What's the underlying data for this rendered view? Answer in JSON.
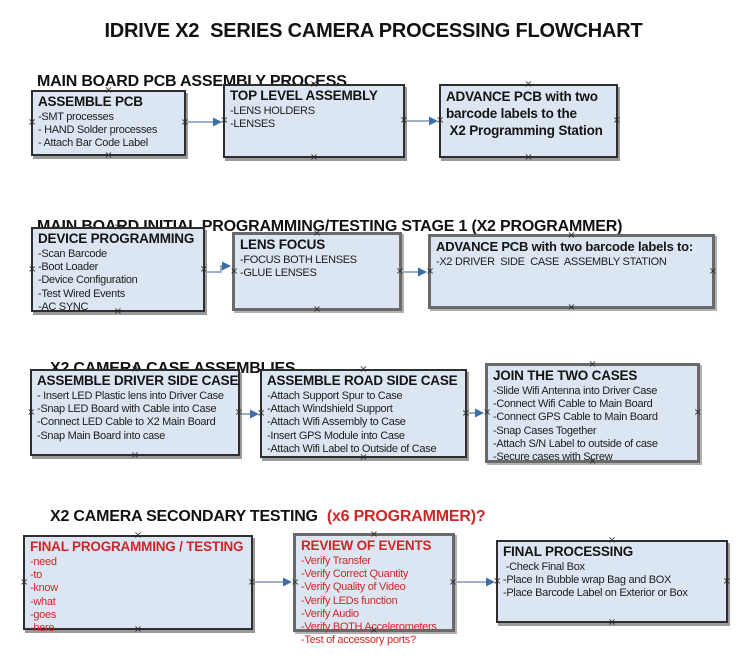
{
  "title": "IDRIVE X2  SERIES CAMERA PROCESSING FLOWCHART",
  "icons": {
    "anchor_glyph": "×",
    "arrow_icon": "right-arrow"
  },
  "colors": {
    "box_fill": "#dce6f2",
    "box_border": "#2e2e2e",
    "red_text": "#cf2727",
    "arrow_line": "#8da6c2",
    "arrow_head": "#3f6fa8"
  },
  "sections": [
    {
      "header": "MAIN BOARD PCB ASSEMBLY PROCESS",
      "boxes": [
        {
          "title": "ASSEMBLE PCB",
          "items": [
            "-SMT processes",
            "- HAND Solder processes",
            "- Attach Bar Code Label"
          ]
        },
        {
          "title": "TOP LEVEL ASSEMBLY",
          "items": [
            "-LENS HOLDERS",
            "-LENSES"
          ]
        },
        {
          "title": "ADVANCE PCB with two\nbarcode labels to the\n X2 Programming Station",
          "items": []
        }
      ]
    },
    {
      "header": "MAIN BOARD INITIAL PROGRAMMING/TESTING STAGE 1 (X2 PROGRAMMER)",
      "boxes": [
        {
          "title": "DEVICE PROGRAMMING",
          "items": [
            "-Scan Barcode",
            "-Boot Loader",
            "-Device Configuration",
            "-Test Wired Events",
            "-AC SYNC"
          ]
        },
        {
          "title": "LENS FOCUS",
          "items": [
            "-FOCUS BOTH LENSES",
            "-GLUE LENSES"
          ]
        },
        {
          "title": "ADVANCE PCB with two barcode labels to:",
          "items": [
            "-X2 DRIVER  SIDE  CASE  ASSEMBLY STATION"
          ]
        }
      ]
    },
    {
      "header": "X2 CAMERA CASE ASSEMBLIES",
      "boxes": [
        {
          "title": "ASSEMBLE DRIVER SIDE CASE",
          "items": [
            "- Insert LED Plastic lens into Driver Case",
            "-Snap LED Board with Cable into Case",
            "-Connect LED Cable to X2 Main Board",
            "-Snap Main Board into case"
          ]
        },
        {
          "title": "ASSEMBLE ROAD SIDE CASE",
          "items": [
            "-Attach Support Spur to Case",
            "-Attach Windshield Support",
            "-Attach Wifi Assembly to Case",
            "-Insert GPS Module into Case",
            "-Attach Wifi Label to Outside of Case"
          ]
        },
        {
          "title": "JOIN THE TWO CASES",
          "items": [
            "-Slide Wifi Antenna into Driver Case",
            "-Connect Wifi Cable to Main Board",
            "-Connect GPS Cable to Main Board",
            "-Snap Cases Together",
            "-Attach S/N Label to outside of case",
            "-Secure cases with Screw"
          ]
        }
      ]
    },
    {
      "header": "X2 CAMERA SECONDARY TESTING",
      "header_suffix": "(x6 PROGRAMMER)?",
      "boxes": [
        {
          "title": "FINAL PROGRAMMING / TESTING",
          "items": [
            "-need",
            "-to",
            "-know",
            "-what",
            "-goes",
            "-here"
          ]
        },
        {
          "title": "REVIEW OF EVENTS",
          "items": [
            "-Verify Transfer",
            "-Verify Correct Quantity",
            "-Verify Quality of Video",
            "-Verify LEDs function",
            "-Verify Audio",
            "-Verify BOTH Accelerometers",
            "-Test of accessory ports?"
          ]
        },
        {
          "title": "FINAL PROCESSING",
          "items": [
            " -Check Final Box",
            "-Place In Bubble wrap Bag and BOX",
            "-Place Barcode Label on Exterior or Box"
          ]
        }
      ]
    }
  ]
}
